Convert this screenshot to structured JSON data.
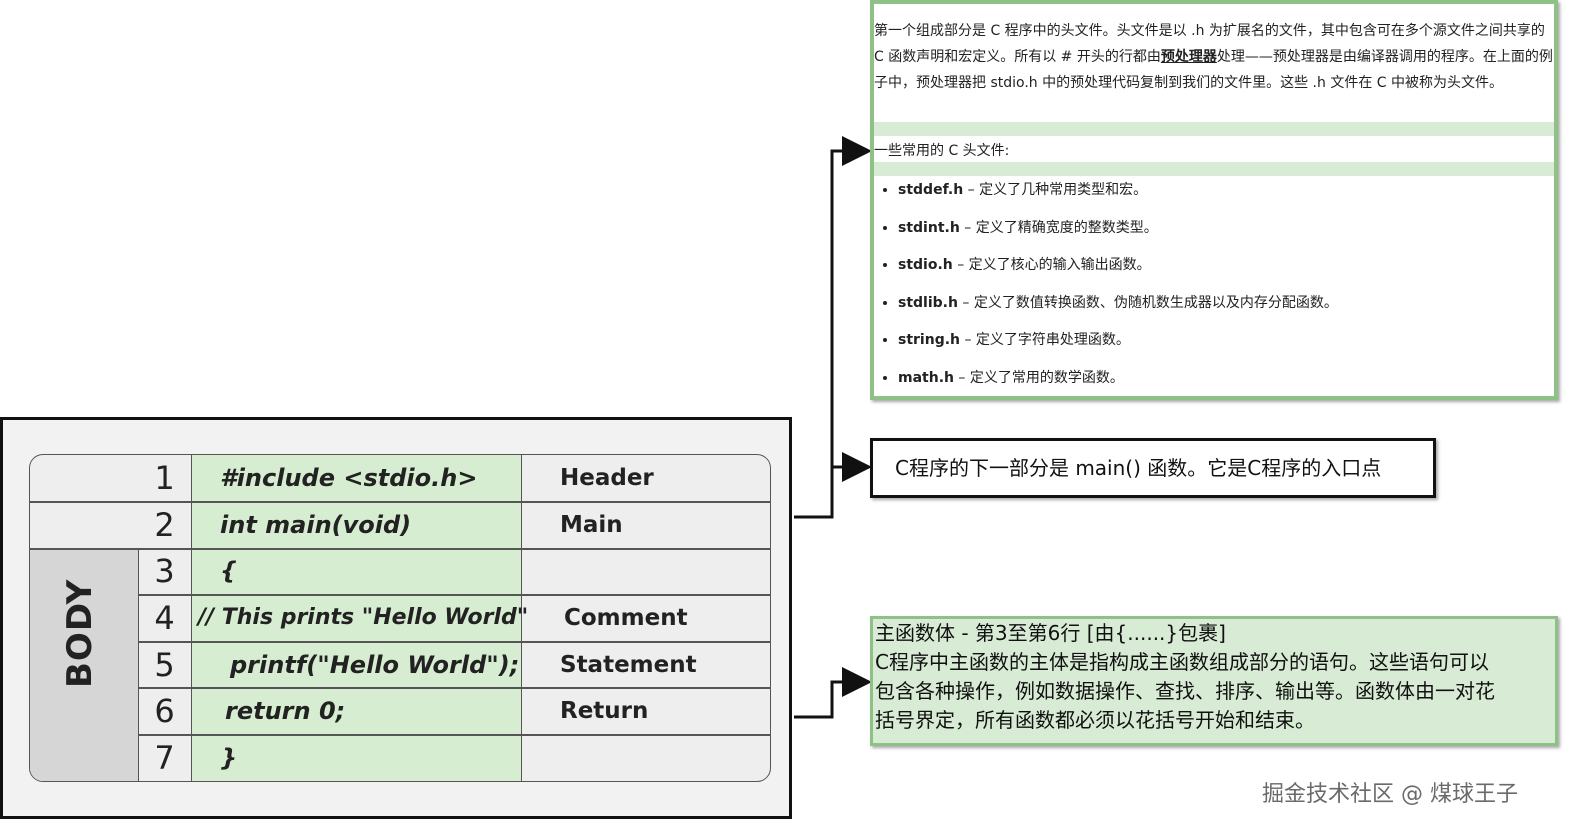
{
  "code_table": {
    "body_label": "BODY",
    "rows": [
      {
        "no": "1",
        "code": "#include <stdio.h>",
        "tag": "Header"
      },
      {
        "no": "2",
        "code": "int main(void)",
        "tag": "Main"
      },
      {
        "no": "3",
        "code": "{",
        "tag": ""
      },
      {
        "no": "4",
        "code": "// This prints \"Hello World\"",
        "tag": "Comment"
      },
      {
        "no": "5",
        "code": "printf(\"Hello World\");",
        "tag": "Statement"
      },
      {
        "no": "6",
        "code": "return 0;",
        "tag": "Return"
      },
      {
        "no": "7",
        "code": "}",
        "tag": ""
      }
    ]
  },
  "header_note": {
    "para_a": "第一个组成部分是 C 程序中的头文件。头文件是以 .h 为扩展名的文件，其中包含可在多个源文件之间共享的 C 函数声明和宏定义。所有以 # 开头的行都由",
    "para_bold": "预处理器",
    "para_b": "处理——预处理器是由编译器调用的程序。在上面的例子中，预处理器把 stdio.h 中的预处理代码复制到我们的文件里。这些 .h 文件在 C 中被称为头文件。",
    "subtitle": "一些常用的 C 头文件:",
    "items": [
      {
        "name": "stddef.h",
        "desc": " – 定义了几种常用类型和宏。"
      },
      {
        "name": "stdint.h",
        "desc": " – 定义了精确宽度的整数类型。"
      },
      {
        "name": "stdio.h",
        "desc": " – 定义了核心的输入输出函数。"
      },
      {
        "name": "stdlib.h",
        "desc": " – 定义了数值转换函数、伪随机数生成器以及内存分配函数。"
      },
      {
        "name": "string.h",
        "desc": " – 定义了字符串处理函数。"
      },
      {
        "name": "math.h",
        "desc": " – 定义了常用的数学函数。"
      }
    ]
  },
  "main_note": {
    "text": "C程序的下一部分是 main() 函数。它是C程序的入口点"
  },
  "body_note": {
    "line1": "主函数体 - 第3至第6行 [由{......}包裹]",
    "line2": "C程序中主函数的主体是指构成主函数组成部分的语句。这些语句可以",
    "line3": "包含各种操作，例如数据操作、查找、排序、输出等。函数体由一对花",
    "line4": "括号界定，所有函数都必须以花括号开始和结束。"
  },
  "watermark": "掘金技术社区 @ 煤球王子",
  "colors": {
    "green_fill": "#d7edd2",
    "green_border": "#8fc187",
    "gray_fill": "#d6d6d6"
  }
}
